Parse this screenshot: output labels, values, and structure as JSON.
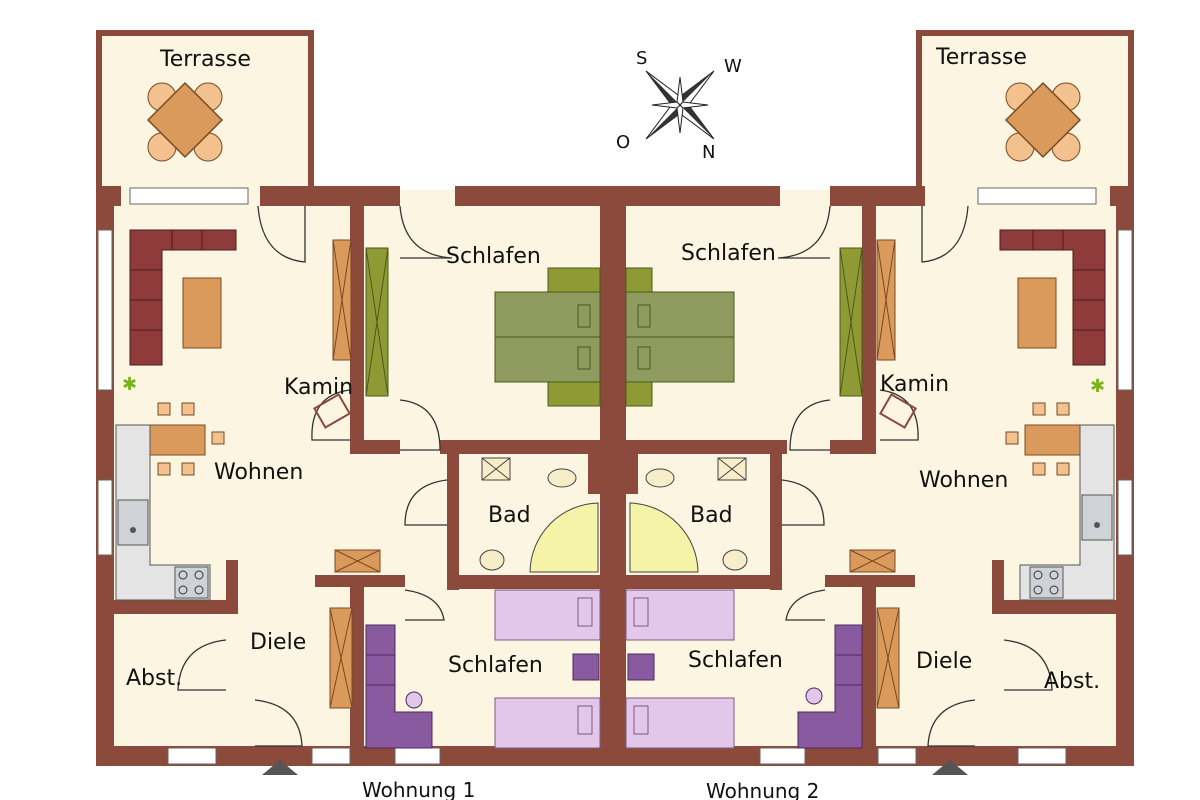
{
  "rooms": {
    "terrace_left": "Terrasse",
    "terrace_right": "Terrasse",
    "bedroom_top_left": "Schlafen",
    "bedroom_top_right": "Schlafen",
    "fireplace_left": "Kamin",
    "fireplace_right": "Kamin",
    "living_left": "Wohnen",
    "living_right": "Wohnen",
    "bath_left": "Bad",
    "bath_right": "Bad",
    "hall_left": "Diele",
    "hall_right": "Diele",
    "storage_left": "Abst.",
    "storage_right": "Abst.",
    "bedroom_bottom_left": "Schlafen",
    "bedroom_bottom_right": "Schlafen"
  },
  "units": {
    "unit_1": "Wohnung 1",
    "unit_2": "Wohnung 2"
  },
  "compass": {
    "north": "N",
    "south": "S",
    "east": "O",
    "west": "W"
  },
  "colors": {
    "wall": "#8b4a3c",
    "floor": "#fcf5e1",
    "furniture_wood": "#d99a5b",
    "sofa": "#8f3b3b",
    "bed_green": "#8f9a5e",
    "bed_purple": "#e3c7ea",
    "wardrobe_purple": "#8a5aa0"
  }
}
